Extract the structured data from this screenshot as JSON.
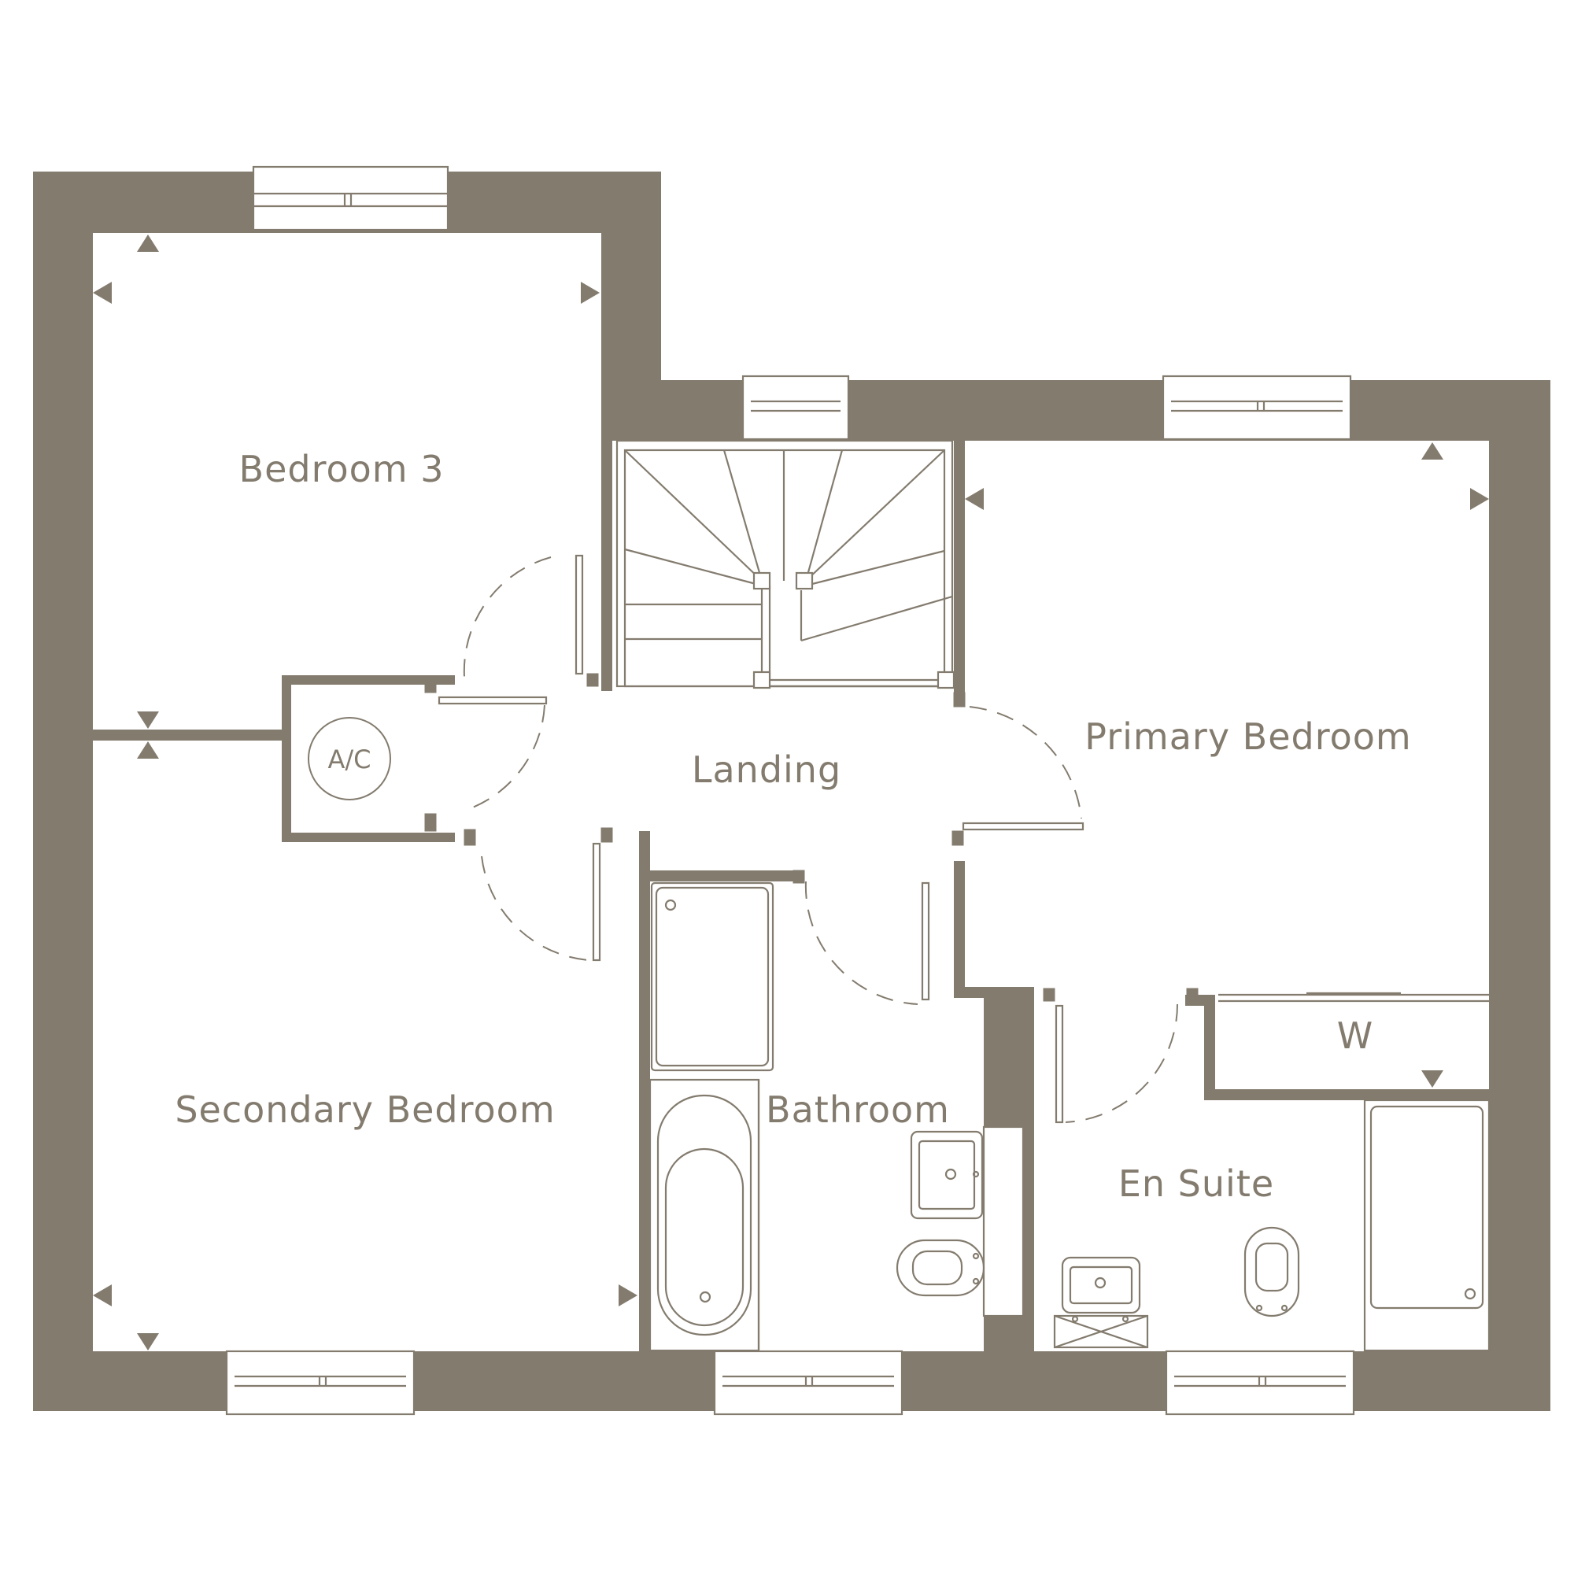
{
  "colors": {
    "wall": "#837b6e",
    "line": "#837b6e",
    "text": "#837b6e",
    "background": "#ffffff"
  },
  "rooms": {
    "bedroom_3": "Bedroom 3",
    "landing": "Landing",
    "primary_bedroom": "Primary Bedroom",
    "secondary_bedroom": "Secondary Bedroom",
    "bathroom": "Bathroom",
    "en_suite": "En Suite",
    "wardrobe": "W",
    "airing_cupboard": "A/C"
  }
}
